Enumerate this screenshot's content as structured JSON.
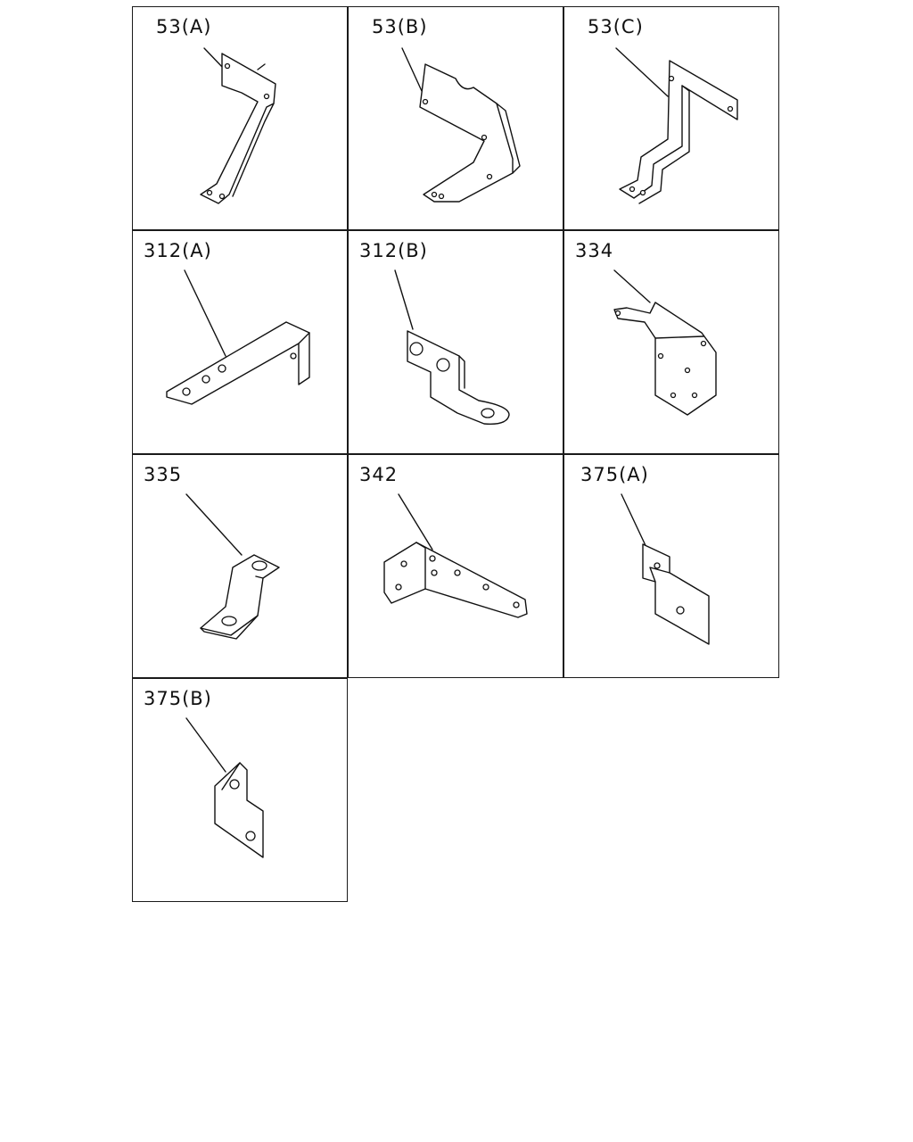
{
  "parts": [
    {
      "id": "53a",
      "label": "53(A)",
      "icon": "bracket-53a-drawing"
    },
    {
      "id": "53b",
      "label": "53(B)",
      "icon": "bracket-53b-drawing"
    },
    {
      "id": "53c",
      "label": "53(C)",
      "icon": "bracket-53c-drawing"
    },
    {
      "id": "312a",
      "label": "312(A)",
      "icon": "bracket-312a-drawing"
    },
    {
      "id": "312b",
      "label": "312(B)",
      "icon": "bracket-312b-drawing"
    },
    {
      "id": "334",
      "label": "334",
      "icon": "bracket-334-drawing"
    },
    {
      "id": "335",
      "label": "335",
      "icon": "bracket-335-drawing"
    },
    {
      "id": "342",
      "label": "342",
      "icon": "bracket-342-drawing"
    },
    {
      "id": "375a",
      "label": "375(A)",
      "icon": "bracket-375a-drawing"
    },
    {
      "id": "375b",
      "label": "375(B)",
      "icon": "bracket-375b-drawing"
    }
  ]
}
